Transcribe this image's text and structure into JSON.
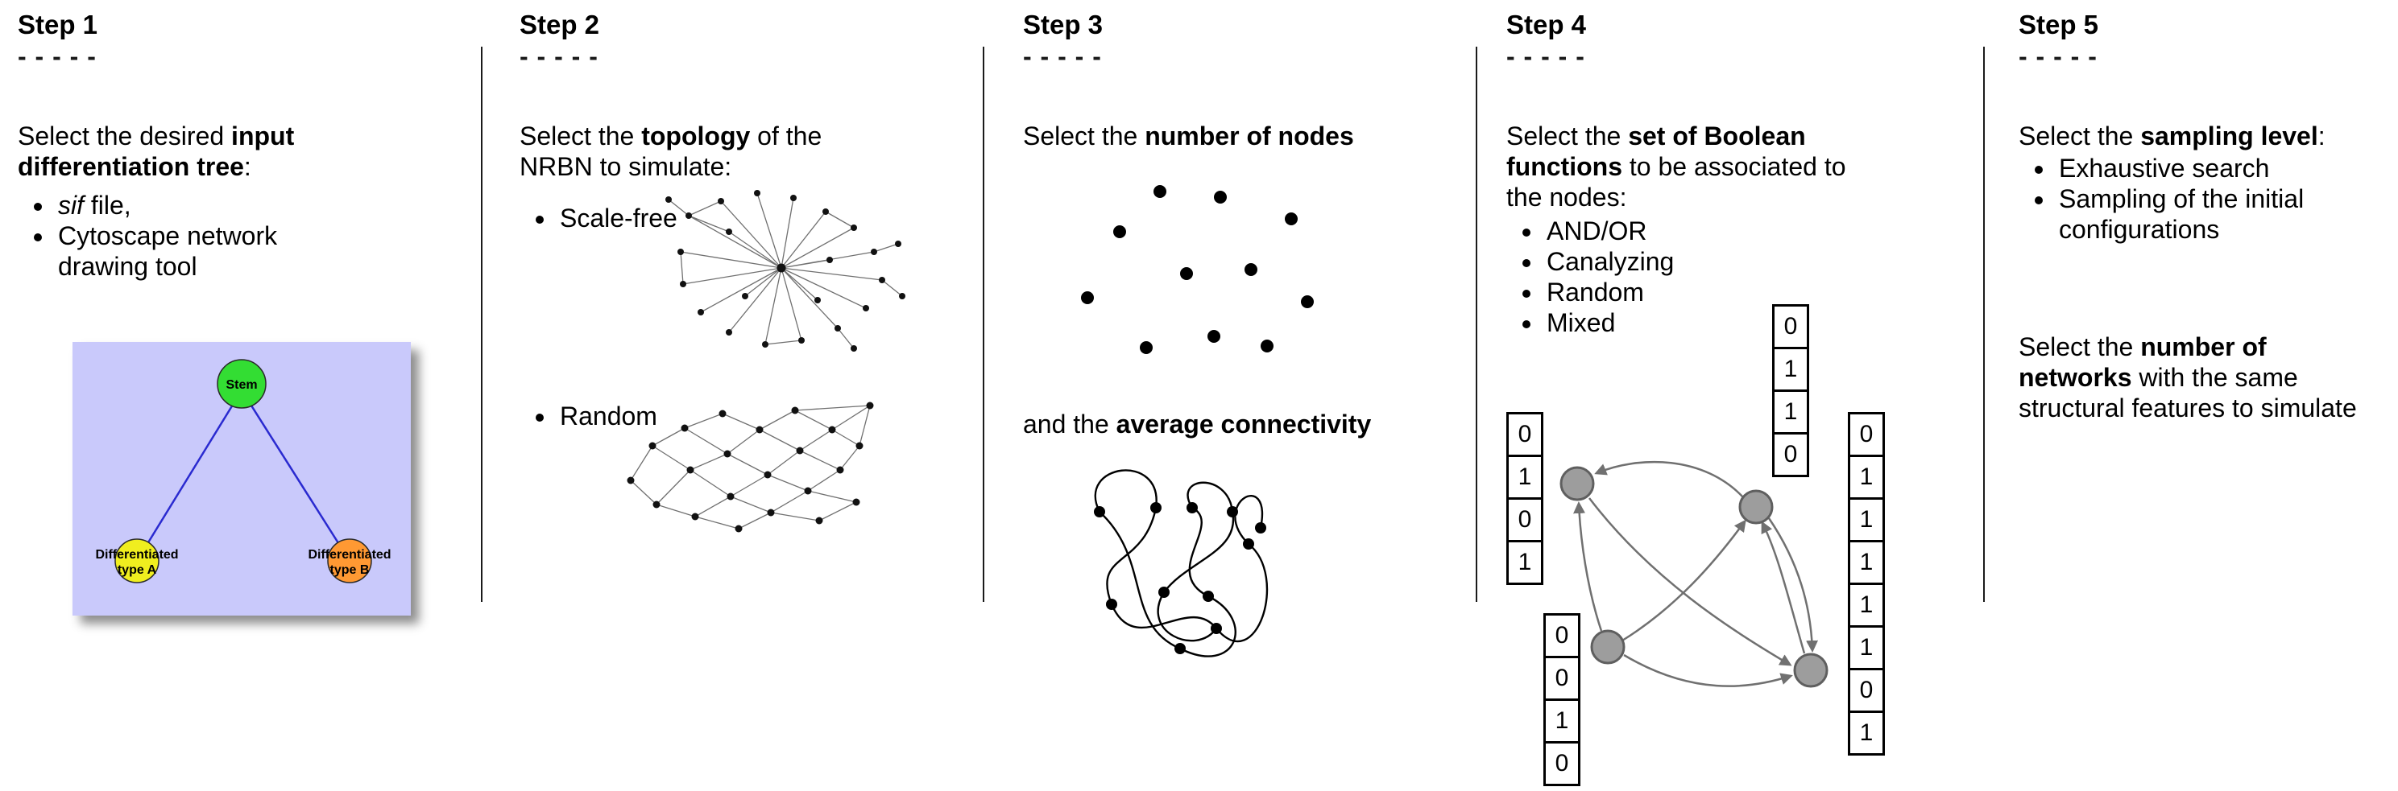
{
  "dash_line": "- - - - -",
  "steps": [
    {
      "title": "Step 1",
      "intro": {
        "pre": "Select the desired ",
        "bold": "input differentiation tree",
        "post": ":"
      },
      "bullet_sif": {
        "italic": "sif",
        "rest": " file,"
      },
      "bullet_cytoscape": "Cytoscape network drawing tool",
      "tree": {
        "stem_label": "Stem",
        "type_a_line1": "Differentiated",
        "type_a_line2": "type A",
        "type_b_line1": "Differentiated",
        "type_b_line2": "type B",
        "background_color": "#c9c9fb",
        "stem_color": "#33dd33",
        "type_a_color": "#f0ee1f",
        "type_b_color": "#ff9933",
        "edge_color": "#2a2ad0"
      }
    },
    {
      "title": "Step 2",
      "intro": {
        "pre": "Select the ",
        "bold": "topology",
        "post": " of the NRBN to simulate:"
      },
      "bullet_scale_free": "Scale-free",
      "bullet_random": "Random"
    },
    {
      "title": "Step 3",
      "line_nodes": {
        "pre": "Select the ",
        "bold": "number of nodes",
        "post": ""
      },
      "line_connectivity": {
        "pre": "and the ",
        "bold": "average connectivity",
        "post": ""
      }
    },
    {
      "title": "Step 4",
      "intro": {
        "pre": "Select the ",
        "bold": "set of Boolean functions",
        "post": " to be associated to the nodes:"
      },
      "bullets": [
        "AND/OR",
        "Canalyzing",
        "Random",
        "Mixed"
      ],
      "truth_tables": {
        "top": [
          "0",
          "1",
          "1",
          "0"
        ],
        "left": [
          "0",
          "1",
          "0",
          "1"
        ],
        "bottom_left": [
          "0",
          "0",
          "1",
          "0"
        ],
        "right": [
          "0",
          "1",
          "1",
          "1",
          "1",
          "1",
          "0",
          "1"
        ]
      }
    },
    {
      "title": "Step 5",
      "intro": {
        "pre": "Select the ",
        "bold": "sampling level",
        "post": ":"
      },
      "bullets": [
        "Exhaustive search",
        "Sampling of the initial configurations"
      ],
      "paragraph2": {
        "pre": "Select the ",
        "bold": "number of networks",
        "post": " with the same structural features to simulate"
      }
    }
  ]
}
